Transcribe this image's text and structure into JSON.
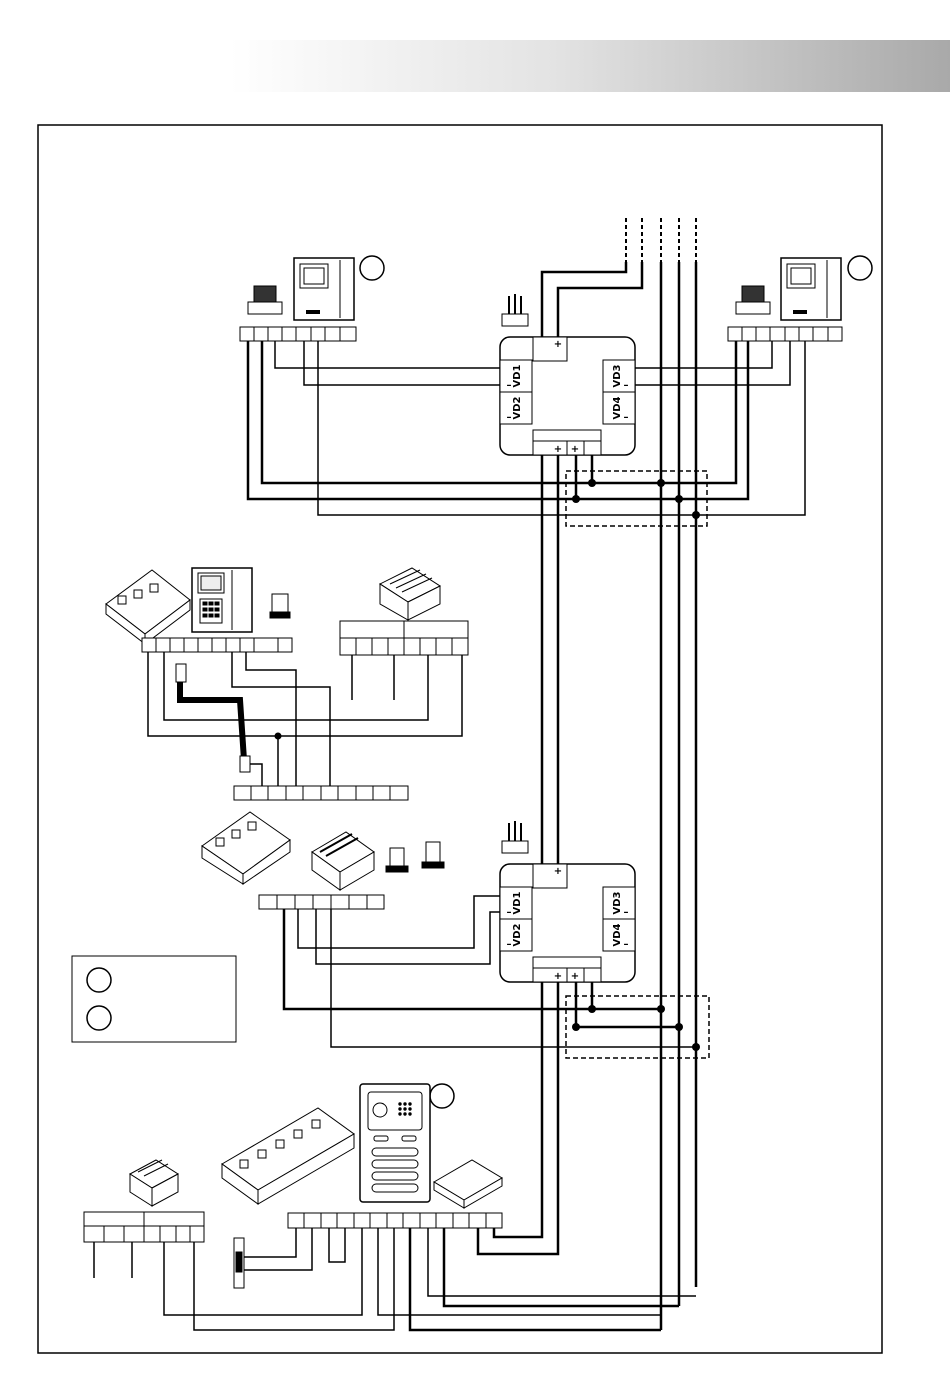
{
  "diagram": {
    "distributor_labels": {
      "vd1": "VD1",
      "vd2": "VD2",
      "vd3": "VD3",
      "vd4": "VD4",
      "plus": "+",
      "minus": "–"
    },
    "legend_items": [
      "",
      ""
    ]
  }
}
